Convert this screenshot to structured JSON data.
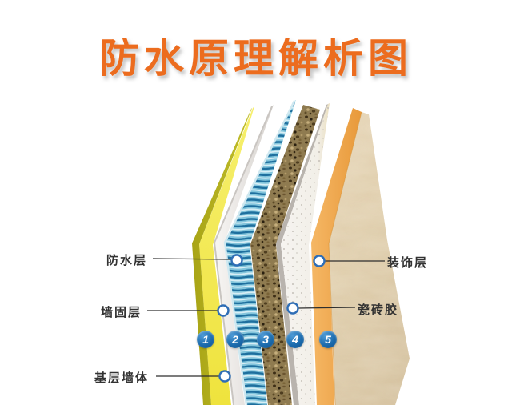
{
  "title": "防水原理解析图",
  "labels": {
    "waterproof": "防水层",
    "wall_fix": "墙固层",
    "base_wall": "基层墙体",
    "decorative": "装饰层",
    "tile_adhesive": "瓷砖胶"
  },
  "badges": [
    "1",
    "2",
    "3",
    "4",
    "5"
  ],
  "layer_legend": [
    {
      "num": "1",
      "label": "基层墙体"
    },
    {
      "num": "2",
      "label": "墙固层"
    },
    {
      "num": "3",
      "label": "防水层"
    },
    {
      "num": "4",
      "label": "瓷砖胶"
    },
    {
      "num": "5",
      "label": "装饰层"
    }
  ],
  "colors": {
    "title_orange": "#ec6c1e",
    "base_wall_yellow": "#f2e954",
    "base_wall_edge_olive": "#b3ae1d",
    "wall_fix_white": "#efedea",
    "waterproof_blue": "#7fc3dc",
    "waterproof_stripe_dark": "#1e6f9e",
    "waterproof_stripe_light": "#d7eef5",
    "grit_brown": "#8f7b50",
    "tile_adhesive_white": "#f4f2ee",
    "tile_adhesive_edge_gray": "#b9b4ae",
    "tile_edge_orange": "#f0a851",
    "decor_marble_beige": "#e3d2b2",
    "badge_blue": "#1c6cae",
    "label_text": "#333333",
    "callout_ring_blue": "#2f6eb6",
    "callout_line": "#2e2e2e",
    "background": "#ffffff"
  }
}
